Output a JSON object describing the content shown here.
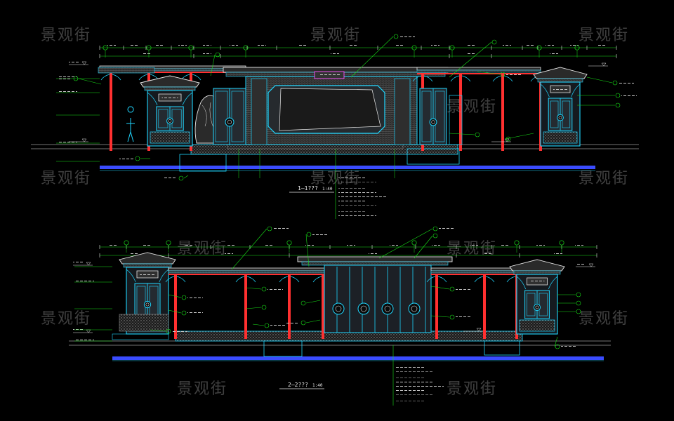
{
  "watermark": "景观街",
  "sections": [
    {
      "title": "1—1???",
      "scale": "1:40"
    },
    {
      "title": "2—2???",
      "scale": "1:40"
    }
  ],
  "colors": {
    "background": "#000000",
    "wall": "#1fd6ff",
    "roof": "#e8e8e8",
    "column": "#ff3030",
    "leader": "#18e018",
    "dimension": "#18e018",
    "text": "#e8e8e8",
    "ground": "#3a4cff",
    "gravel": "#8a8a8a",
    "accent": "#ff50ff",
    "yellow": "#e8e830"
  }
}
